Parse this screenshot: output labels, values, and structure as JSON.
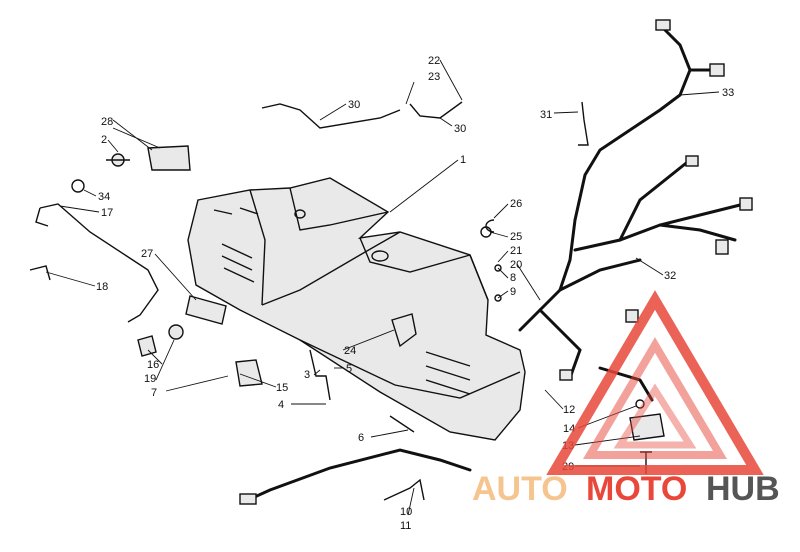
{
  "callouts": [
    {
      "id": "c1",
      "text": "1"
    },
    {
      "id": "c2",
      "text": "2"
    },
    {
      "id": "c3",
      "text": "3"
    },
    {
      "id": "c4",
      "text": "4"
    },
    {
      "id": "c5",
      "text": "5"
    },
    {
      "id": "c6",
      "text": "6"
    },
    {
      "id": "c7",
      "text": "7"
    },
    {
      "id": "c8",
      "text": "8"
    },
    {
      "id": "c9",
      "text": "9"
    },
    {
      "id": "c10",
      "text": "10"
    },
    {
      "id": "c11",
      "text": "11"
    },
    {
      "id": "c12",
      "text": "12"
    },
    {
      "id": "c13",
      "text": "13"
    },
    {
      "id": "c14",
      "text": "14"
    },
    {
      "id": "c15",
      "text": "15"
    },
    {
      "id": "c16",
      "text": "16"
    },
    {
      "id": "c17",
      "text": "17"
    },
    {
      "id": "c18",
      "text": "18"
    },
    {
      "id": "c19",
      "text": "19"
    },
    {
      "id": "c20",
      "text": "20"
    },
    {
      "id": "c21",
      "text": "21"
    },
    {
      "id": "c22",
      "text": "22"
    },
    {
      "id": "c23",
      "text": "23"
    },
    {
      "id": "c24",
      "text": "24"
    },
    {
      "id": "c25",
      "text": "25"
    },
    {
      "id": "c26",
      "text": "26"
    },
    {
      "id": "c27",
      "text": "27"
    },
    {
      "id": "c28",
      "text": "28"
    },
    {
      "id": "c29",
      "text": "29"
    },
    {
      "id": "c30a",
      "text": "30"
    },
    {
      "id": "c30b",
      "text": "30"
    },
    {
      "id": "c31",
      "text": "31"
    },
    {
      "id": "c32",
      "text": "32"
    },
    {
      "id": "c33",
      "text": "33"
    },
    {
      "id": "c34",
      "text": "34"
    }
  ],
  "watermark": {
    "part1": "AUTO",
    "part2": "MOTO",
    "part3": "HUB",
    "colors": {
      "part1": "#f6c58f",
      "part2": "#e8473a",
      "part3": "#555555",
      "triangle": "#e8473a"
    }
  }
}
